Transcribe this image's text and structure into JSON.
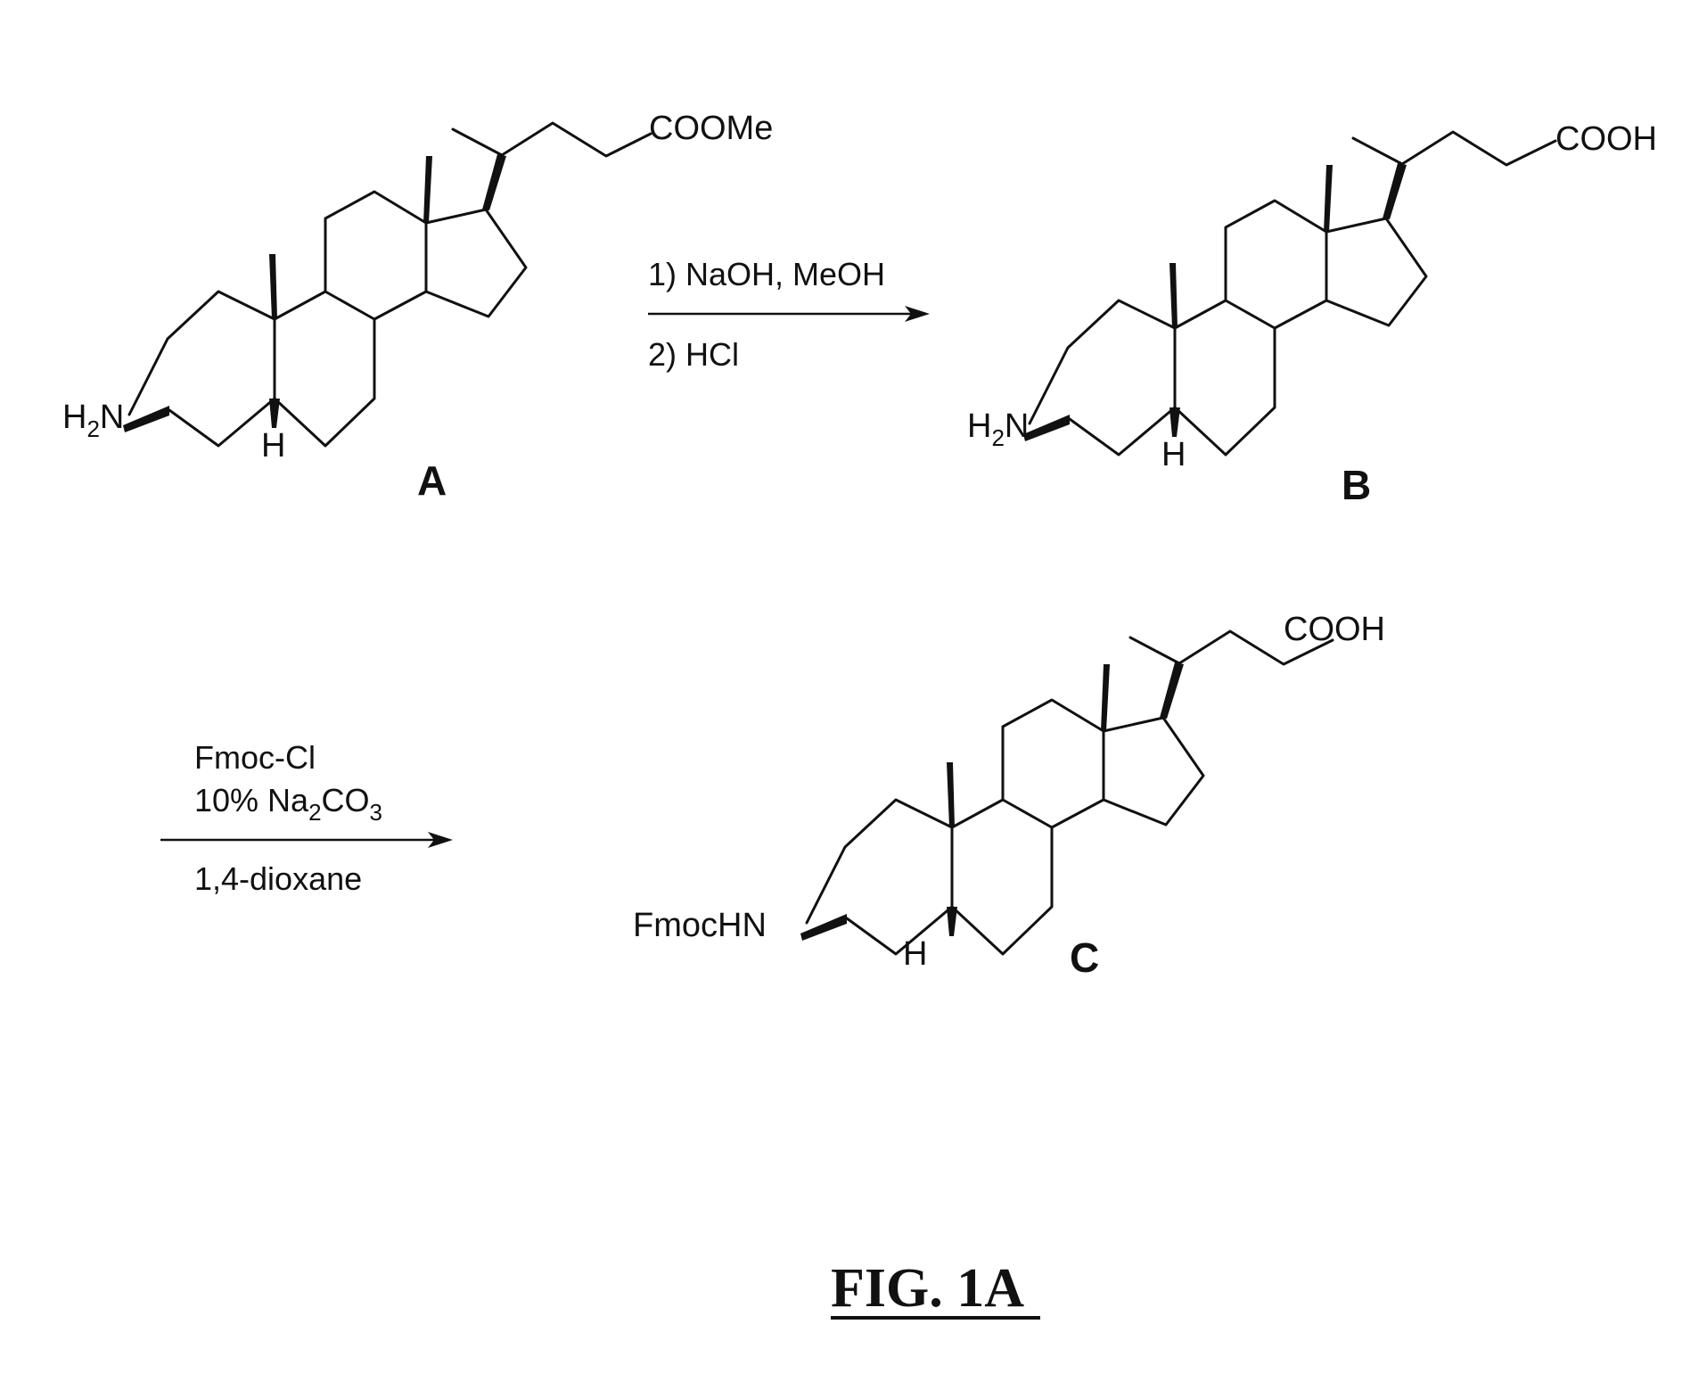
{
  "figure": {
    "caption": "FIG. 1A"
  },
  "compounds": {
    "A": {
      "label": "A",
      "amine": "H",
      "amine_sub": "2",
      "amine_n": "N",
      "ring_h": "H",
      "side_chain": "COOMe"
    },
    "B": {
      "label": "B",
      "amine": "H",
      "amine_sub": "2",
      "amine_n": "N",
      "ring_h": "H",
      "side_chain": "COOH"
    },
    "C": {
      "label": "C",
      "amine": "FmocHN",
      "ring_h": "H",
      "side_chain": "COOH"
    }
  },
  "reactions": {
    "step1": {
      "above": "1) NaOH, MeOH",
      "below": "2) HCl"
    },
    "step2": {
      "line1": "Fmoc-Cl",
      "line2_pre": "10% Na",
      "line2_sub1": "2",
      "line2_mid": "CO",
      "line2_sub2": "3",
      "below": "1,4-dioxane"
    }
  },
  "colors": {
    "ink": "#111111",
    "background": "#ffffff"
  }
}
